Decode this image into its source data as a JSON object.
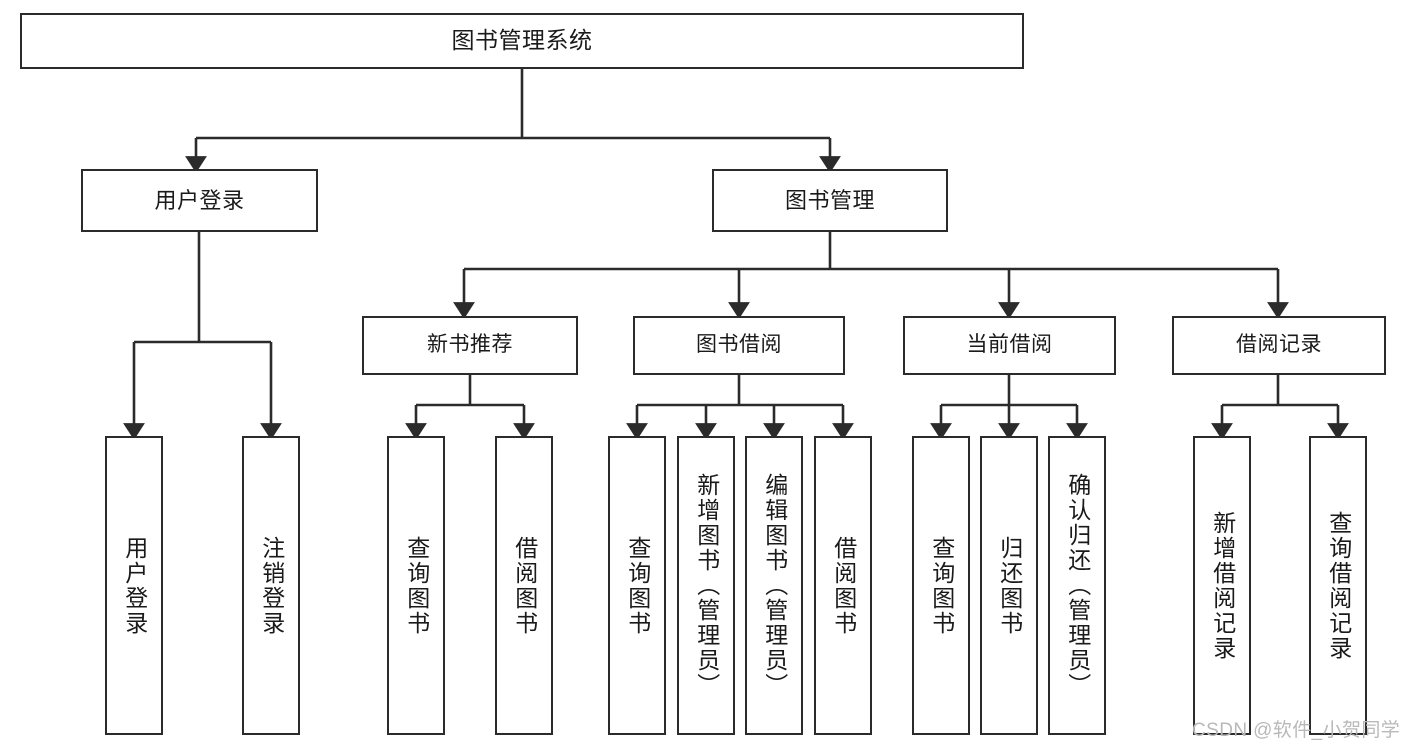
{
  "diagram": {
    "title": "图书管理系统",
    "type": "hierarchy-tree",
    "line_color": "#2b2b2b",
    "box_fill": "#ffffff",
    "text_color": "#1a1a1a",
    "nodes": {
      "root": {
        "label": "图书管理系统"
      },
      "level2": [
        {
          "id": "user-login",
          "label": "用户登录"
        },
        {
          "id": "book-manage",
          "label": "图书管理"
        }
      ],
      "level3": [
        {
          "id": "new-book-recommend",
          "label": "新书推荐"
        },
        {
          "id": "book-borrow",
          "label": "图书借阅"
        },
        {
          "id": "current-borrow",
          "label": "当前借阅"
        },
        {
          "id": "borrow-record",
          "label": "借阅记录"
        }
      ],
      "leaves": [
        {
          "id": "leaf-user-login",
          "label": "用户登录",
          "parent": "user-login"
        },
        {
          "id": "leaf-logout",
          "label": "注销登录",
          "parent": "user-login"
        },
        {
          "id": "leaf-query-book-1",
          "label": "查询图书",
          "parent": "new-book-recommend"
        },
        {
          "id": "leaf-borrow-book-1",
          "label": "借阅图书",
          "parent": "new-book-recommend"
        },
        {
          "id": "leaf-query-book-2",
          "label": "查询图书",
          "parent": "book-borrow"
        },
        {
          "id": "leaf-add-book",
          "label": "新增图书（管理员）",
          "parent": "book-borrow"
        },
        {
          "id": "leaf-edit-book",
          "label": "编辑图书（管理员）",
          "parent": "book-borrow"
        },
        {
          "id": "leaf-borrow-book-2",
          "label": "借阅图书",
          "parent": "book-borrow"
        },
        {
          "id": "leaf-query-book-3",
          "label": "查询图书",
          "parent": "current-borrow"
        },
        {
          "id": "leaf-return-book",
          "label": "归还图书",
          "parent": "current-borrow"
        },
        {
          "id": "leaf-confirm-return",
          "label": "确认归还（管理员）",
          "parent": "current-borrow"
        },
        {
          "id": "leaf-add-record",
          "label": "新增借阅记录",
          "parent": "borrow-record"
        },
        {
          "id": "leaf-query-record",
          "label": "查询借阅记录",
          "parent": "borrow-record"
        }
      ]
    }
  },
  "watermark": {
    "text": "CSDN @软件_小贺同学"
  }
}
